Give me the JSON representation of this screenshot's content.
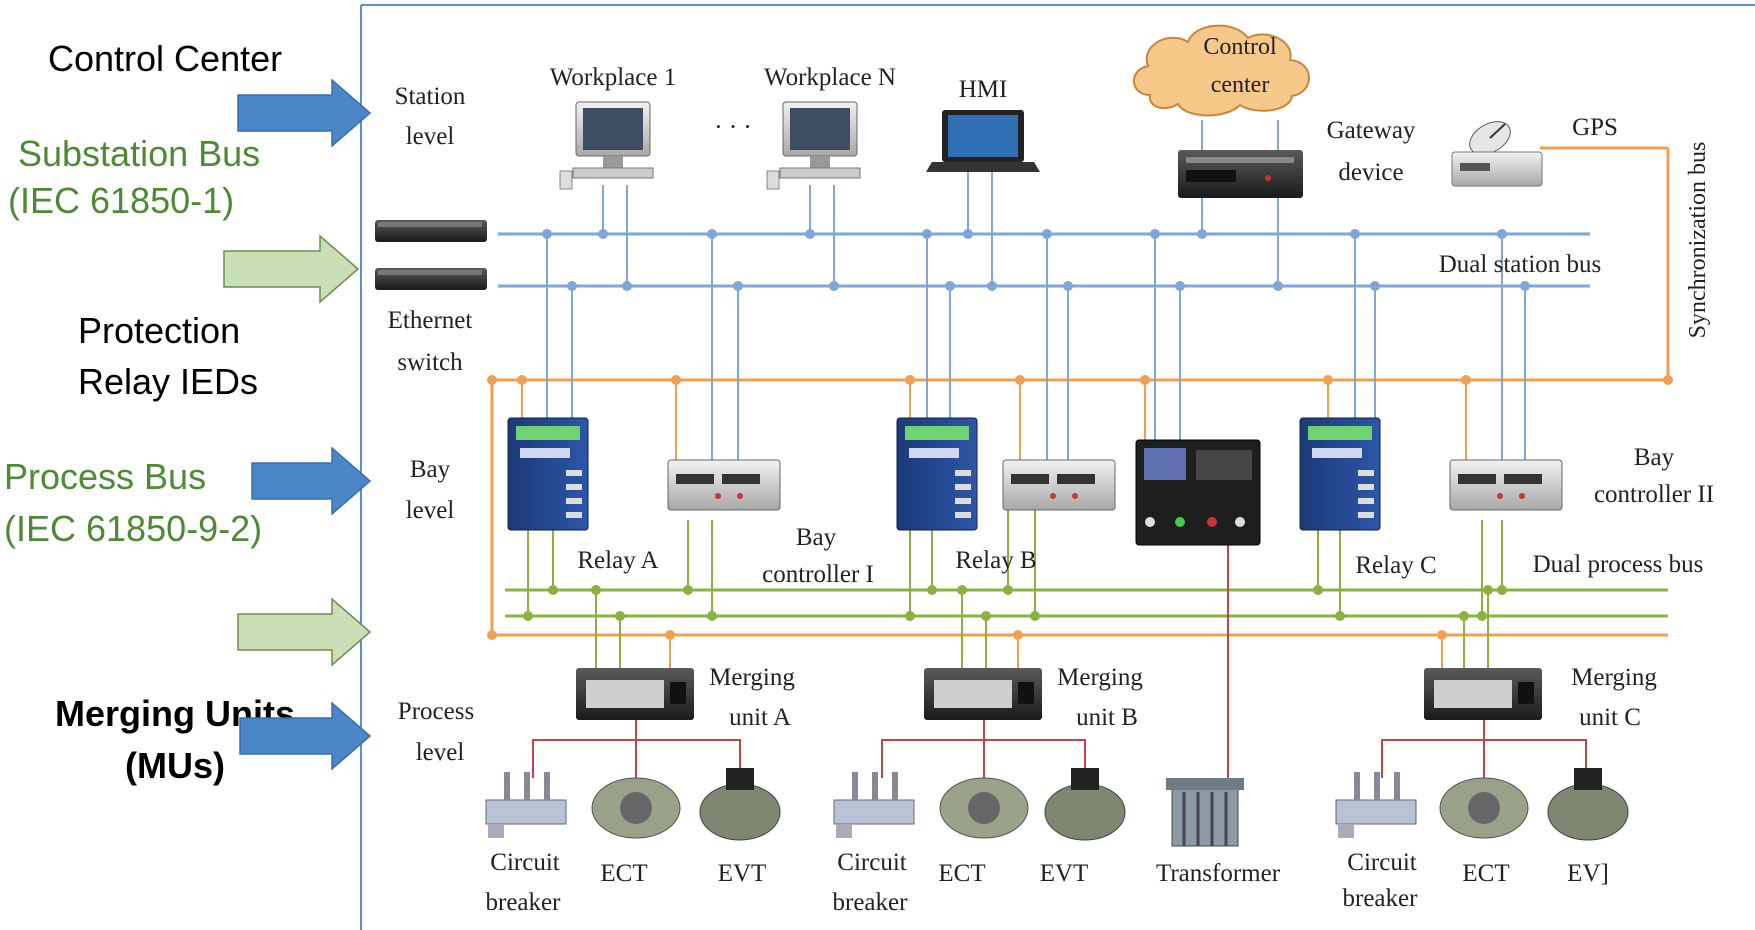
{
  "left_labels": {
    "control_center": "Control Center",
    "substation_bus_1": "Substation Bus",
    "substation_bus_2": "(IEC 61850-1)",
    "protection_1": "Protection",
    "protection_2": "Relay IEDs",
    "process_bus_1": "Process Bus",
    "process_bus_2": "(IEC 61850-9-2)",
    "merging_1": "Merging Units",
    "merging_2": "(MUs)"
  },
  "levels": {
    "station_1": "Station",
    "station_2": "level",
    "ethernet_1": "Ethernet",
    "ethernet_2": "switch",
    "bay_1": "Bay",
    "bay_2": "level",
    "process_1": "Process",
    "process_2": "level"
  },
  "station": {
    "workplace_1": "Workplace 1",
    "dots": "· · ·",
    "workplace_n": "Workplace N",
    "hmi": "HMI",
    "control_center_1": "Control",
    "control_center_2": "center",
    "gateway_1": "Gateway",
    "gateway_2": "device",
    "gps": "GPS",
    "sync_bus": "Synchronization bus",
    "dual_station_bus": "Dual station bus"
  },
  "bay": {
    "relay_a": "Relay A",
    "relay_b": "Relay B",
    "relay_c": "Relay C",
    "bay_ctrl_1_a": "Bay",
    "bay_ctrl_1_b": "controller I",
    "bay_ctrl_2_a": "Bay",
    "bay_ctrl_2_b": "controller II",
    "dual_process_bus": "Dual process bus"
  },
  "process": {
    "mu_a_1": "Merging",
    "mu_a_2": "unit A",
    "mu_b_1": "Merging",
    "mu_b_2": "unit  B",
    "mu_c_1": "Merging",
    "mu_c_2": "unit C",
    "cb_1": "Circuit",
    "cb_2": "breaker",
    "ect": "ECT",
    "evt": "EVT",
    "evt_c": "EV]",
    "transformer": "Transformer"
  },
  "colors": {
    "station_bus": "#7fa6d8",
    "sync_bus": "#f0a050",
    "process_bus": "#8bb23c",
    "field_link": "#c8404a",
    "arrow_blue": "#4a86c8",
    "arrow_green": "#c9e0b6",
    "label_green": "#4e8a35"
  }
}
